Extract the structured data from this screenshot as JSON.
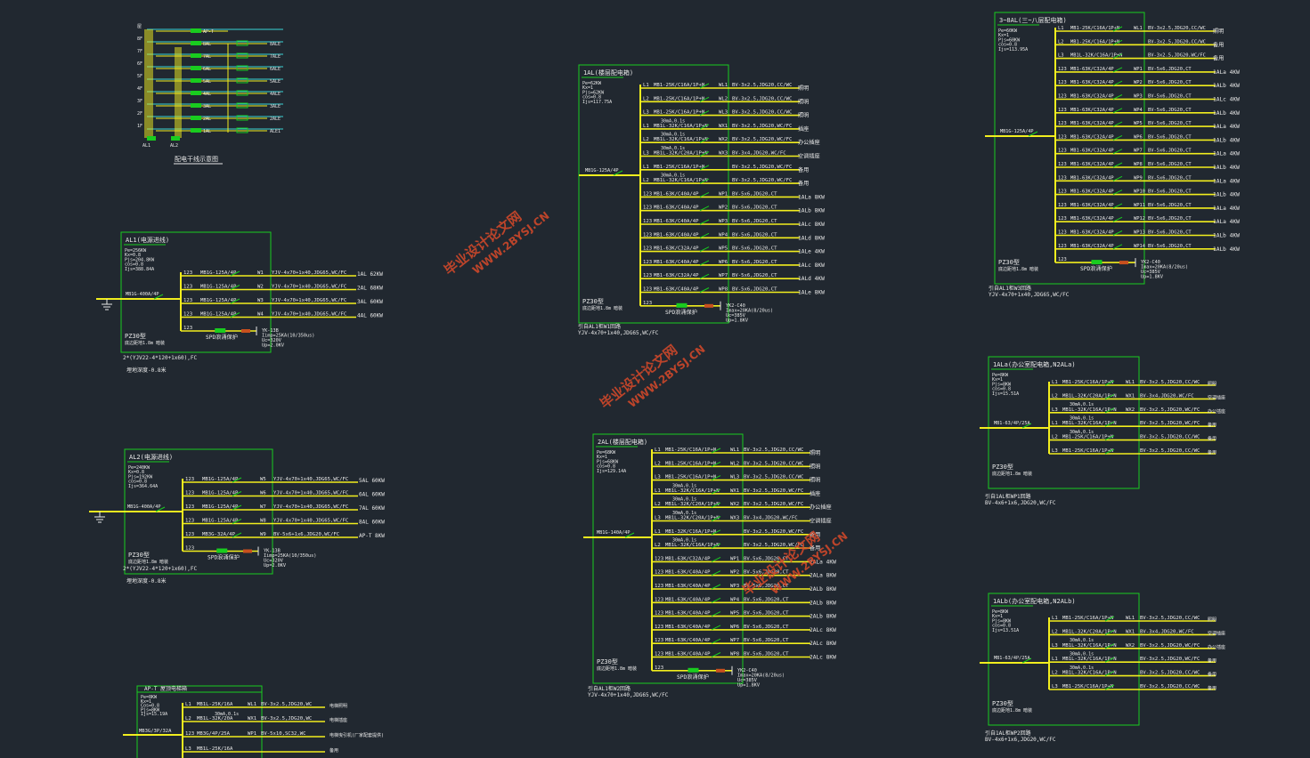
{
  "riser": {
    "title": "配电干线示意图",
    "floors": [
      "屋",
      "8F",
      "7F",
      "6F",
      "5F",
      "4F",
      "3F",
      "2F",
      "1F"
    ],
    "left_labels": [
      "AP-T",
      "8AL",
      "7AL",
      "6AL",
      "5AL",
      "4AL",
      "3AL",
      "2AL",
      "1AL"
    ],
    "right_labels": [
      "8ALE",
      "7ALE",
      "6ALE",
      "5ALE",
      "4ALE",
      "3ALE",
      "2ALE",
      "ALE1"
    ],
    "bottom": [
      "AL1",
      "AL2"
    ]
  },
  "al1": {
    "title": "AL1(电源进线)",
    "params": [
      "Pe=256KW",
      "Kx=0.8",
      "Pjs=204.8KW",
      "cos=0.8",
      "Ijs=388.84A"
    ],
    "main": "MB1G-400A/4P",
    "rows": [
      {
        "ph": "123",
        "br": "MB1G-125A/4P",
        "cir": "W1",
        "cable": "YJV-4x70+1x40,JDG65,WC/FC",
        "dest": "1AL 62KW"
      },
      {
        "ph": "123",
        "br": "MB1G-125A/4P",
        "cir": "W2",
        "cable": "YJV-4x70+1x40,JDG65,WC/FC",
        "dest": "2AL 68KW"
      },
      {
        "ph": "123",
        "br": "MB1G-125A/4P",
        "cir": "W3",
        "cable": "YJV-4x70+1x40,JDG65,WC/FC",
        "dest": "3AL 60KW"
      },
      {
        "ph": "123",
        "br": "MB1G-125A/4P",
        "cir": "W4",
        "cable": "YJV-4x70+1x40,JDG65,WC/FC",
        "dest": "4AL 60KW"
      }
    ],
    "spd": "SPD浪涌保护",
    "spd_ph": "123",
    "spd_spec": [
      "YK-13B",
      "Iimp=25KA(10/350us)",
      "Uc=320V",
      "Up=2.0KV"
    ],
    "box": "PZ30型",
    "box_note": "底边距地1.8m 暗装",
    "incoming": "2*(YJV22-4*120+1x60),FC",
    "burial": "埋地深度-0.8米"
  },
  "al2": {
    "title": "AL2(电源进线)",
    "params": [
      "Pe=240KW",
      "Kx=0.8",
      "Pjs=192KW",
      "cos=0.8",
      "Ijs=364.64A"
    ],
    "main": "MB1G-400A/4P",
    "rows": [
      {
        "ph": "123",
        "br": "MB1G-125A/4P",
        "cir": "W5",
        "cable": "YJV-4x70+1x40,JDG65,WC/FC",
        "dest": "5AL 60KW"
      },
      {
        "ph": "123",
        "br": "MB1G-125A/4P",
        "cir": "W6",
        "cable": "YJV-4x70+1x40,JDG65,WC/FC",
        "dest": "6AL 60KW"
      },
      {
        "ph": "123",
        "br": "MB1G-125A/4P",
        "cir": "W7",
        "cable": "YJV-4x70+1x40,JDG65,WC/FC",
        "dest": "7AL 60KW"
      },
      {
        "ph": "123",
        "br": "MB1G-125A/4P",
        "cir": "W8",
        "cable": "YJV-4x70+1x40,JDG65,WC/FC",
        "dest": "8AL 60KW"
      },
      {
        "ph": "123",
        "br": "MB3G-32A/4P",
        "cir": "W9",
        "cable": "BV-5x6+1x6,JDG20,WC/FC",
        "dest": "AP-T 8KW"
      }
    ],
    "spd": "SPD浪涌保护",
    "spd_ph": "123",
    "spd_spec": [
      "YK-13B",
      "Iimp=25KA(10/350us)",
      "Uc=320V",
      "Up=2.0KV"
    ],
    "box": "PZ30型",
    "box_note": "底边距地1.8m 暗装",
    "incoming": "2*(YJV22-4*120+1x60),FC",
    "burial": "埋地深度-0.8米"
  },
  "apt": {
    "title": "AP-T 屋顶电梯箱",
    "params": [
      "Pe=8KW",
      "Kx=1",
      "Cos=0.8",
      "Pjs=8KW",
      "Ijs=15.19A"
    ],
    "main": "MB3G/3P/32A",
    "rows": [
      {
        "ph": "L1",
        "br": "MB1L-25K/16A",
        "cir": "WL1",
        "cable": "BV-3x2.5,JDG20,WC",
        "note": "电梯照明"
      },
      {
        "ph": "L2",
        "br": "MB1L-32K/20A",
        "cir": "WX1",
        "cable": "BV-3x2.5,JDG20,WC",
        "note": "电梯插座",
        "sub": "30mA,0.1s"
      },
      {
        "ph": "123",
        "br": "MB3G/4P/25A",
        "cir": "WP1",
        "cable": "BV-5x10,SC32,WC",
        "note": "电梯曳引机(厂家配套提供)"
      },
      {
        "ph": "L3",
        "br": "MB1L-25K/16A",
        "cir": "",
        "cable": "",
        "note": "备用"
      }
    ]
  },
  "p1al": {
    "title": "1AL(楼层配电箱)",
    "params": [
      "Pe=62KW",
      "Kx=1",
      "Pjs=62KW",
      "cos=0.8",
      "Ijs=117.75A"
    ],
    "main": "MB1G-125A/4P",
    "rows": [
      {
        "ph": "L1",
        "br": "MB1-25K/C16A/1P+N",
        "cir": "WL1",
        "cable": "BV-3x2.5,JDG20,CC/WC",
        "dest": "照明"
      },
      {
        "ph": "L2",
        "br": "MB1-25K/C16A/1P+N",
        "cir": "WL2",
        "cable": "BV-3x2.5,JDG20,CC/WC",
        "dest": "照明"
      },
      {
        "ph": "L3",
        "br": "MB1-25K/C16A/1P+N",
        "cir": "WL3",
        "cable": "BV-3x2.5,JDG20,CC/WC",
        "dest": "照明"
      },
      {
        "ph": "L1",
        "br": "MB1L-32K/C16A/1P+N",
        "cir": "WX1",
        "cable": "BV-3x2.5,JDG20,WC/FC",
        "dest": "插座",
        "sub": "30mA,0.1s"
      },
      {
        "ph": "L2",
        "br": "MB1L-32K/C16A/1P+N",
        "cir": "WX2",
        "cable": "BV-3x2.5,JDG20,WC/FC",
        "dest": "办公插座",
        "sub": "30mA,0.1s"
      },
      {
        "ph": "L3",
        "br": "MB1L-32K/C20A/1P+N",
        "cir": "WX3",
        "cable": "BV-3x4,JDG20,WC/FC",
        "dest": "空调插座",
        "sub": "30mA,0.1s"
      },
      {
        "ph": "L1",
        "br": "MB1-25K/C16A/1P+N",
        "cir": "",
        "cable": "BV-3x2.5,JDG20,WC/FC",
        "dest": "备用"
      },
      {
        "ph": "L2",
        "br": "MB1L-32K/C16A/1P+N",
        "cir": "",
        "cable": "BV-3x2.5,JDG20,WC/FC",
        "dest": "备用",
        "sub": "30mA,0.1s"
      },
      {
        "ph": "123",
        "br": "MB1-63K/C40A/4P",
        "cir": "WP1",
        "cable": "BV-5x6,JDG20,CT",
        "dest": "1ALa 8KW"
      },
      {
        "ph": "123",
        "br": "MB1-63K/C40A/4P",
        "cir": "WP2",
        "cable": "BV-5x6,JDG20,CT",
        "dest": "1ALb 8KW"
      },
      {
        "ph": "123",
        "br": "MB1-63K/C40A/4P",
        "cir": "WP3",
        "cable": "BV-5x6,JDG20,CT",
        "dest": "1ALc 8KW"
      },
      {
        "ph": "123",
        "br": "MB1-63K/C40A/4P",
        "cir": "WP4",
        "cable": "BV-5x6,JDG20,CT",
        "dest": "1ALd 8KW"
      },
      {
        "ph": "123",
        "br": "MB1-63K/C32A/4P",
        "cir": "WP5",
        "cable": "BV-5x6,JDG20,CT",
        "dest": "1ALe 4KW"
      },
      {
        "ph": "123",
        "br": "MB1-63K/C40A/4P",
        "cir": "WP6",
        "cable": "BV-5x6,JDG20,CT",
        "dest": "1ALc 8KW"
      },
      {
        "ph": "123",
        "br": "MB1-63K/C32A/4P",
        "cir": "WP7",
        "cable": "BV-5x6,JDG20,CT",
        "dest": "1ALd 4KW"
      },
      {
        "ph": "123",
        "br": "MB1-63K/C40A/4P",
        "cir": "WP8",
        "cable": "BV-5x6,JDG20,CT",
        "dest": "1ALe 8KW"
      }
    ],
    "spd": "SPD浪涌保护",
    "spd_ph": "123",
    "spd_spec": [
      "YK2-C40",
      "Imax=20KA(8/20us)",
      "Uc=385V",
      "Up=1.8KV"
    ],
    "box": "PZ30型",
    "box_note": "底边距地1.8m 暗装",
    "incoming": "引自AL1柜W1回路",
    "incoming_cable": "YJV-4x70+1x40,JDG65,WC/FC"
  },
  "p2al": {
    "title": "2AL(楼层配电箱)",
    "params": [
      "Pe=68KW",
      "Kx=1",
      "Pjs=68KW",
      "cos=0.8",
      "Ijs=129.14A"
    ],
    "main": "MB1G-140A/4P",
    "rows": [
      {
        "ph": "L1",
        "br": "MB1-25K/C16A/1P+N",
        "cir": "WL1",
        "cable": "BV-3x2.5,JDG20,CC/WC",
        "dest": "照明"
      },
      {
        "ph": "L2",
        "br": "MB1-25K/C16A/1P+N",
        "cir": "WL2",
        "cable": "BV-3x2.5,JDG20,CC/WC",
        "dest": "照明"
      },
      {
        "ph": "L3",
        "br": "MB1-25K/C16A/1P+N",
        "cir": "WL3",
        "cable": "BV-3x2.5,JDG20,CC/WC",
        "dest": "照明"
      },
      {
        "ph": "L1",
        "br": "MB1L-32K/C16A/1P+N",
        "cir": "WX1",
        "cable": "BV-3x2.5,JDG20,WC/FC",
        "dest": "插座",
        "sub": "30mA,0.1s"
      },
      {
        "ph": "L2",
        "br": "MB1L-32K/C20A/1P+N",
        "cir": "WX2",
        "cable": "BV-3x2.5,JDG20,WC/FC",
        "dest": "办公插座",
        "sub": "30mA,0.1s"
      },
      {
        "ph": "L3",
        "br": "MB1L-32K/C20A/1P+N",
        "cir": "WX3",
        "cable": "BV-3x4,JDG20,WC/FC",
        "dest": "空调插座",
        "sub": "30mA,0.1s"
      },
      {
        "ph": "L1",
        "br": "MB1-32K/C16A/1P+N",
        "cir": "",
        "cable": "BV-3x2.5,JDG20,WC/FC",
        "dest": "备用"
      },
      {
        "ph": "L2",
        "br": "MB1L-32K/C16A/1P+N",
        "cir": "",
        "cable": "BV-3x2.5,JDG20,WC/FC",
        "dest": "备用",
        "sub": "30mA,0.1s"
      },
      {
        "ph": "123",
        "br": "MB1-63K/C32A/4P",
        "cir": "WP1",
        "cable": "BV-5x6,JDG20,CT",
        "dest": "2ALa 4KW"
      },
      {
        "ph": "123",
        "br": "MB1-63K/C40A/4P",
        "cir": "WP2",
        "cable": "BV-5x6,JDG20,CT",
        "dest": "2ALa 8KW"
      },
      {
        "ph": "123",
        "br": "MB1-63K/C40A/4P",
        "cir": "WP3",
        "cable": "BV-5x6,JDG20,CT",
        "dest": "2ALb 8KW"
      },
      {
        "ph": "123",
        "br": "MB1-63K/C40A/4P",
        "cir": "WP4",
        "cable": "BV-5x6,JDG20,CT",
        "dest": "2ALb 8KW"
      },
      {
        "ph": "123",
        "br": "MB1-63K/C40A/4P",
        "cir": "WP5",
        "cable": "BV-5x6,JDG20,CT",
        "dest": "2ALb 8KW"
      },
      {
        "ph": "123",
        "br": "MB1-63K/C40A/4P",
        "cir": "WP6",
        "cable": "BV-5x6,JDG20,CT",
        "dest": "2ALc 8KW"
      },
      {
        "ph": "123",
        "br": "MB1-63K/C40A/4P",
        "cir": "WP7",
        "cable": "BV-5x6,JDG20,CT",
        "dest": "2ALc 8KW"
      },
      {
        "ph": "123",
        "br": "MB1-63K/C40A/4P",
        "cir": "WP8",
        "cable": "BV-5x6,JDG20,CT",
        "dest": "2ALc 8KW"
      }
    ],
    "spd": "SPD浪涌保护",
    "spd_ph": "123",
    "spd_spec": [
      "YK2-C40",
      "Imax=20KA(8/20us)",
      "Uc=385V",
      "Up=1.8KV"
    ],
    "box": "PZ30型",
    "box_note": "底边距地1.8m 暗装",
    "incoming": "引自AL1柜W2回路",
    "incoming_cable": "YJV-4x70+1x40,JDG65,WC/FC"
  },
  "p38al": {
    "title": "3~8AL(三~八层配电箱)",
    "params": [
      "Pe=60KW",
      "Kx=1",
      "Pjs=60KW",
      "cos=0.8",
      "Ijs=113.95A"
    ],
    "main": "MB1G-125A/4P",
    "rows": [
      {
        "ph": "L1",
        "br": "MB1-25K/C16A/1P+N",
        "cir": "WL1",
        "cable": "BV-3x2.5,JDG20,CC/WC",
        "dest": "照明"
      },
      {
        "ph": "L2",
        "br": "MB1-25K/C16A/1P+N",
        "cir": "",
        "cable": "BV-3x2.5,JDG20,CC/WC",
        "dest": "备用"
      },
      {
        "ph": "L3",
        "br": "MB1L-32K/C16A/1P+N",
        "cir": "",
        "cable": "BV-3x2.5,JDG20,WC/FC",
        "dest": "备用"
      },
      {
        "ph": "123",
        "br": "MB1-63K/C32A/4P",
        "cir": "WP1",
        "cable": "BV-5x6,JDG20,CT",
        "dest": "1ALa 4KW"
      },
      {
        "ph": "123",
        "br": "MB1-63K/C32A/4P",
        "cir": "WP2",
        "cable": "BV-5x6,JDG20,CT",
        "dest": "1ALb 4KW"
      },
      {
        "ph": "123",
        "br": "MB1-63K/C32A/4P",
        "cir": "WP3",
        "cable": "BV-5x6,JDG20,CT",
        "dest": "1ALc 4KW"
      },
      {
        "ph": "123",
        "br": "MB1-63K/C32A/4P",
        "cir": "WP4",
        "cable": "BV-5x6,JDG20,CT",
        "dest": "1ALb 4KW"
      },
      {
        "ph": "123",
        "br": "MB1-63K/C32A/4P",
        "cir": "WP5",
        "cable": "BV-5x6,JDG20,CT",
        "dest": "1ALa 4KW"
      },
      {
        "ph": "123",
        "br": "MB1-63K/C32A/4P",
        "cir": "WP6",
        "cable": "BV-5x6,JDG20,CT",
        "dest": "1ALb 4KW"
      },
      {
        "ph": "123",
        "br": "MB1-63K/C32A/4P",
        "cir": "WP7",
        "cable": "BV-5x6,JDG20,CT",
        "dest": "1ALa 4KW"
      },
      {
        "ph": "123",
        "br": "MB1-63K/C32A/4P",
        "cir": "WP8",
        "cable": "BV-5x6,JDG20,CT",
        "dest": "1ALb 4KW"
      },
      {
        "ph": "123",
        "br": "MB1-63K/C32A/4P",
        "cir": "WP9",
        "cable": "BV-5x6,JDG20,CT",
        "dest": "1ALa 4KW"
      },
      {
        "ph": "123",
        "br": "MB1-63K/C32A/4P",
        "cir": "WP10",
        "cable": "BV-5x6,JDG20,CT",
        "dest": "1ALb 4KW"
      },
      {
        "ph": "123",
        "br": "MB1-63K/C32A/4P",
        "cir": "WP11",
        "cable": "BV-5x6,JDG20,CT",
        "dest": "1ALa 4KW"
      },
      {
        "ph": "123",
        "br": "MB1-63K/C32A/4P",
        "cir": "WP12",
        "cable": "BV-5x6,JDG20,CT",
        "dest": "1ALa 4KW"
      },
      {
        "ph": "123",
        "br": "MB1-63K/C32A/4P",
        "cir": "WP13",
        "cable": "BV-5x6,JDG20,CT",
        "dest": "1ALb 4KW"
      },
      {
        "ph": "123",
        "br": "MB1-63K/C32A/4P",
        "cir": "WP14",
        "cable": "BV-5x6,JDG20,CT",
        "dest": "1ALb 4KW"
      }
    ],
    "spd": "SPD浪涌保护",
    "spd_ph": "123",
    "spd_spec": [
      "YK2-C40",
      "Imax=20KA(8/20us)",
      "Uc=385V",
      "Up=1.8KV"
    ],
    "box": "PZ30型",
    "box_note": "底边距地1.8m 暗装",
    "incoming": "引自AL1柜W3回路",
    "incoming_cable": "YJV-4x70+1x40,JDG65,WC/FC"
  },
  "p1ala": {
    "title": "1ALa(办公室配电箱,N2ALa)",
    "params": [
      "Pe=8KW",
      "Kx=1",
      "Pjs=8KW",
      "cos=0.8",
      "Ijs=15.51A"
    ],
    "main": "MB1-63/4P/25A",
    "rows": [
      {
        "ph": "L1",
        "br": "MB1-25K/C16A/1P+N",
        "cir": "WL1",
        "cable": "BV-3x2.5,JDG20,CC/WC",
        "dest": "照明"
      },
      {
        "ph": "L2",
        "br": "MB1L-32K/C20A/1P+N",
        "cir": "WX1",
        "cable": "BV-3x4,JDG20,WC/FC",
        "dest": "空调插座"
      },
      {
        "ph": "L3",
        "br": "MB1L-32K/C16A/1P+N",
        "cir": "WX2",
        "cable": "BV-3x2.5,JDG20,WC/FC",
        "dest": "办公插座",
        "sub": "30mA,0.1s"
      },
      {
        "ph": "L1",
        "br": "MB1L-32K/C16A/1P+N",
        "cir": "",
        "cable": "BV-3x2.5,JDG20,WC/FC",
        "dest": "备用",
        "sub": "30mA,0.1s"
      },
      {
        "ph": "L2",
        "br": "MB1-25K/C16A/1P+N",
        "cir": "",
        "cable": "BV-3x2.5,JDG20,CC/WC",
        "dest": "备用",
        "sub": "30mA,0.1s"
      },
      {
        "ph": "L3",
        "br": "MB1-25K/C16A/1P+N",
        "cir": "",
        "cable": "BV-3x2.5,JDG20,CC/WC",
        "dest": "备用"
      }
    ],
    "box": "PZ30型",
    "box_note": "底边距地1.8m 暗装",
    "incoming": "引自1AL柜WP1回路",
    "incoming_cable": "BV-4x6+1x6,JDG20,WC/FC"
  },
  "p1alb": {
    "title": "1ALb(办公室配电箱,N2ALb)",
    "params": [
      "Pe=8KW",
      "Kx=1",
      "Pjs=8KW",
      "cos=0.8",
      "Ijs=13.51A"
    ],
    "main": "MB1-63/4P/25A",
    "rows": [
      {
        "ph": "L1",
        "br": "MB1-25K/C16A/1P+N",
        "cir": "WL1",
        "cable": "BV-3x2.5,JDG20,CC/WC",
        "dest": "照明"
      },
      {
        "ph": "L2",
        "br": "MB1L-32K/C20A/1P+N",
        "cir": "WX1",
        "cable": "BV-3x4,JDG20,WC/FC",
        "dest": "空调插座"
      },
      {
        "ph": "L3",
        "br": "MB1L-32K/C16A/1P+N",
        "cir": "WX2",
        "cable": "BV-3x2.5,JDG20,WC/FC",
        "dest": "办公插座",
        "sub": "30mA,0.1s"
      },
      {
        "ph": "L1",
        "br": "MB1L-32K/C16A/1P+N",
        "cir": "",
        "cable": "BV-3x2.5,JDG20,WC/FC",
        "dest": "备用",
        "sub": "30mA,0.1s"
      },
      {
        "ph": "L2",
        "br": "MB1L-32K/C16A/1P+N",
        "cir": "",
        "cable": "BV-3x2.5,JDG20,CC/WC",
        "dest": "备用",
        "sub": "30mA,0.1s"
      },
      {
        "ph": "L3",
        "br": "MB1-25K/C16A/1P+N",
        "cir": "",
        "cable": "BV-3x2.5,JDG20,CC/WC",
        "dest": "备用"
      }
    ],
    "box": "PZ30型",
    "box_note": "底边距地1.8m 暗装",
    "incoming": "引自1AL柜WP2回路",
    "incoming_cable": "BV-4x6+1x6,JDG20,WC/FC"
  },
  "watermarks": [
    "毕业设计论文网",
    "WWW.2BYSJ.CN"
  ],
  "colors": {
    "bg": "#212830",
    "panel": "#19cc1f",
    "bus": "#f2ee1e",
    "text": "#e8e8e8",
    "riser_cyan": "#39d3d6",
    "watermark": "#d94a2a"
  }
}
